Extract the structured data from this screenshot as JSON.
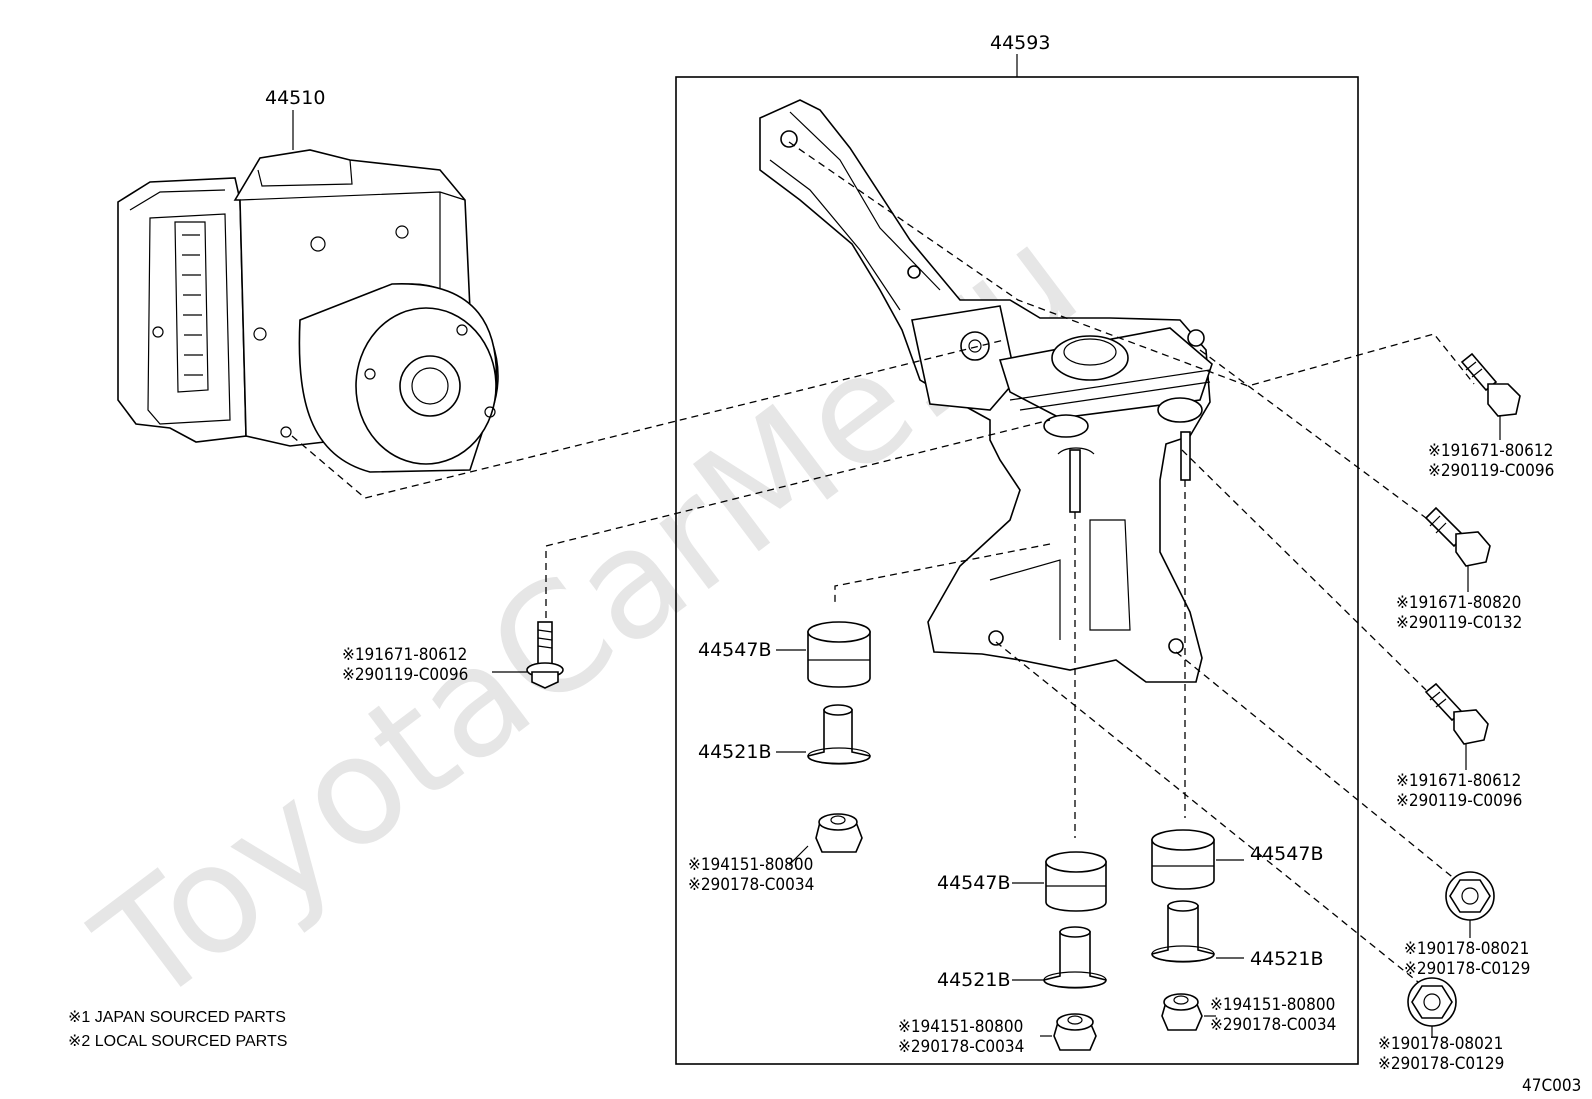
{
  "watermark": "ToyotaCarMe.ru",
  "diagram_code": "47C003",
  "assembly": {
    "number": "44593"
  },
  "abs_unit": {
    "number": "44510"
  },
  "notes": [
    "※1 JAPAN SOURCED PARTS",
    "※2 LOCAL SOURCED PARTS"
  ],
  "bolts": [
    {
      "line1": "※191671-80612",
      "line2": "※290119-C0096"
    },
    {
      "line1": "※191671-80820",
      "line2": "※290119-C0132"
    },
    {
      "line1": "※191671-80612",
      "line2": "※290119-C0096"
    },
    {
      "line1": "※191671-80612",
      "line2": "※290119-C0096"
    }
  ],
  "nuts": [
    {
      "line1": "※190178-08021",
      "line2": "※290178-C0129"
    },
    {
      "line1": "※190178-08021",
      "line2": "※290178-C0129"
    }
  ],
  "small_nuts": [
    {
      "line1": "※194151-80800",
      "line2": "※290178-C0034"
    },
    {
      "line1": "※194151-80800",
      "line2": "※290178-C0034"
    },
    {
      "line1": "※194151-80800",
      "line2": "※290178-C0034"
    }
  ],
  "cushions": [
    "44547B",
    "44547B",
    "44547B"
  ],
  "collars": [
    "44521B",
    "44521B",
    "44521B"
  ]
}
